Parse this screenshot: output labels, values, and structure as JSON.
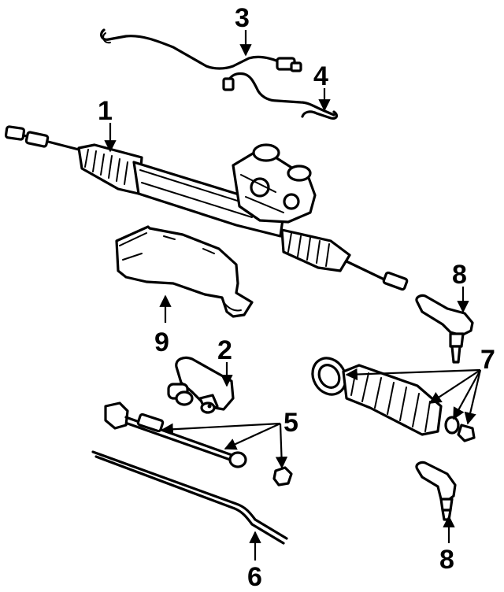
{
  "callouts": {
    "c1": "1",
    "c2": "2",
    "c3": "3",
    "c4": "4",
    "c5": "5",
    "c6": "6",
    "c7": "7",
    "c8_top": "8",
    "c8_bottom": "8",
    "c9": "9"
  }
}
